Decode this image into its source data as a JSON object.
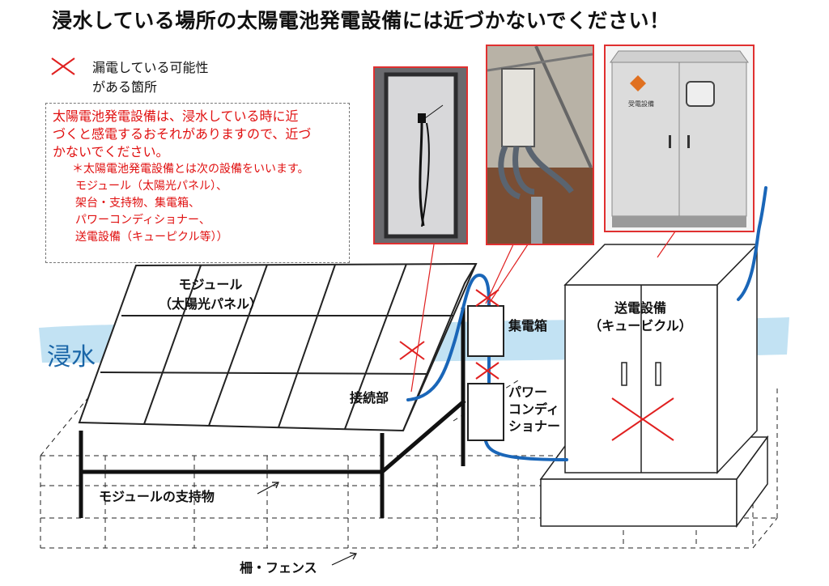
{
  "title": "浸水している場所の太陽電池発電設備には近づかないでください！",
  "legend": {
    "text_line1": "漏電している可能性",
    "text_line2": "がある箇所"
  },
  "note": {
    "main_line1": "太陽電池発電設備は、浸水している時に近",
    "main_line2": "づくと感電するおそれがありますので、近づ",
    "main_line3": "かないでください。",
    "sub": "＊太陽電池発電設備とは次の設備をいいます。",
    "list": [
      "モジュール（太陽光パネル）、",
      "架台・支持物、集電箱、",
      "パワーコンディショナー、",
      "送電設備（キューピクル等））"
    ]
  },
  "labels": {
    "module_line1": "モジュール",
    "module_line2": "（太陽光パネル）",
    "flood": "浸水",
    "junction": "接続部",
    "collector": "集電箱",
    "pcs_line1": "パワー",
    "pcs_line2": "コンディ",
    "pcs_line3": "ショナー",
    "transmission_line1": "送電設備",
    "transmission_line2": "（キュービクル）",
    "support": "モジュールの支持物",
    "fence": "柵・フェンス",
    "cubicle_sign": "受電設備"
  },
  "colors": {
    "leak_mark": "#e02020",
    "water": "#bfe0f2",
    "cable": "#1a66b8",
    "frame": "#e03030"
  }
}
